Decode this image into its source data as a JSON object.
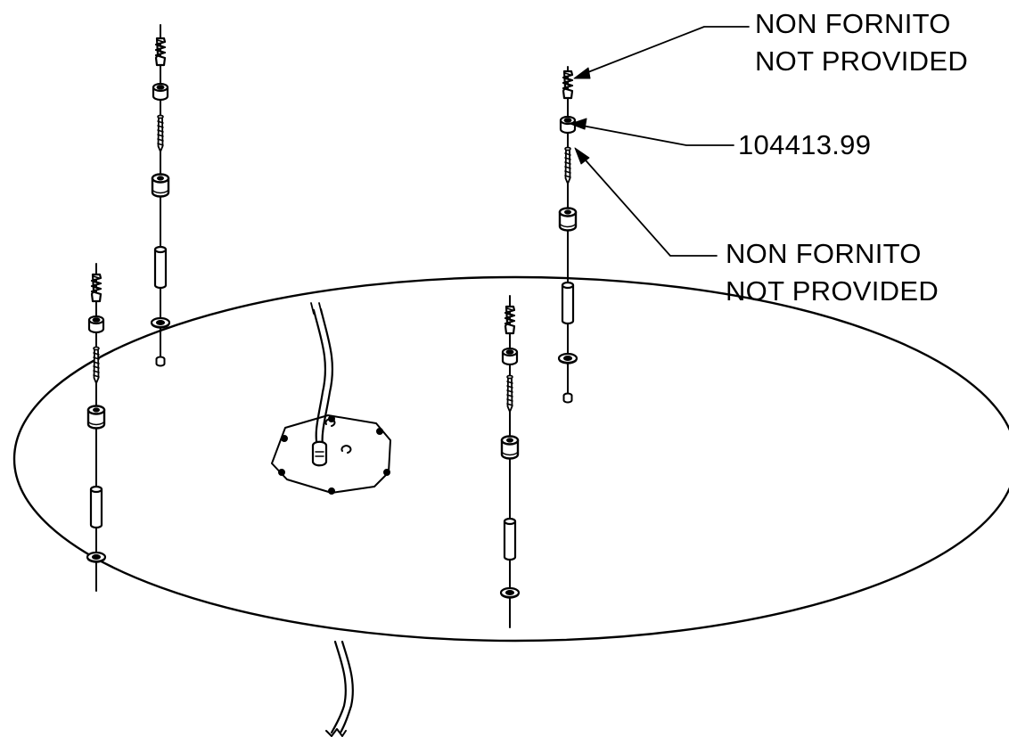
{
  "colors": {
    "line": "#000000",
    "background": "#ffffff",
    "fill": "#ffffff"
  },
  "callouts": {
    "top_line1": "NON FORNITO",
    "top_line2": "NOT PROVIDED",
    "part_number": "104413.99",
    "lower_line1": "NON FORNITO",
    "lower_line2": "NOT PROVIDED"
  },
  "icons": {
    "wall_plug": "wall-plug-icon",
    "washer": "washer-icon",
    "screw": "screw-icon",
    "spacer": "spacer-icon",
    "sleeve": "sleeve-icon",
    "grommet": "grommet-icon",
    "cable": "cable-icon",
    "plate": "mounting-plate-icon"
  }
}
